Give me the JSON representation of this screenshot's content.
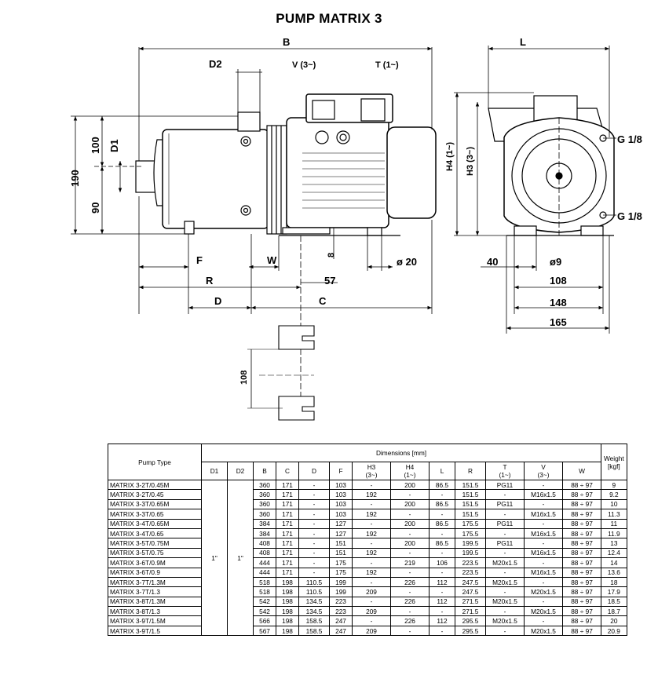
{
  "title": "PUMP MATRIX 3",
  "drawing": {
    "dims": {
      "B": "B",
      "L": "L",
      "D2": "D2",
      "V": "V (3~)",
      "T": "T (1~)",
      "D1": "D1",
      "h100": "100",
      "h190": "190",
      "h90": "90",
      "H4": "H4 (1~)",
      "H3": "H3 (3~)",
      "G_top": "G 1/8",
      "G_bot": "G 1/8",
      "F": "F",
      "W": "W",
      "R": "R",
      "D": "D",
      "C": "C",
      "n57": "57",
      "n8": "8",
      "phi20": "ø 20",
      "n40": "40",
      "phi9": "ø9",
      "n108": "108",
      "n148": "148",
      "n165": "165",
      "n108b": "108"
    }
  },
  "table": {
    "group_header": "Dimensions [mm]",
    "pump_type_header": "Pump Type",
    "weight_header": "Weight",
    "weight_unit": "[kgf]",
    "columns": [
      "D1",
      "D2",
      "B",
      "C",
      "D",
      "F",
      "H3",
      "H4",
      "L",
      "R",
      "T",
      "V",
      "W"
    ],
    "column_subs": {
      "H3": "(3~)",
      "H4": "(1~)",
      "T": "(1~)",
      "V": "(3~)"
    },
    "d1_value": "1\"",
    "d2_value": "1\"",
    "rows": [
      {
        "type": "MATRIX 3-2T/0.45M",
        "B": "360",
        "C": "171",
        "D": "-",
        "F": "103",
        "H3": "-",
        "H4": "200",
        "L": "86.5",
        "R": "151.5",
        "T": "PG11",
        "V": "-",
        "W": "88 ÷ 97",
        "weight": "9"
      },
      {
        "type": "MATRIX 3-2T/0.45",
        "B": "360",
        "C": "171",
        "D": "-",
        "F": "103",
        "H3": "192",
        "H4": "-",
        "L": "-",
        "R": "151.5",
        "T": "-",
        "V": "M16x1.5",
        "W": "88 ÷ 97",
        "weight": "9.2"
      },
      {
        "type": "MATRIX 3-3T/0.65M",
        "B": "360",
        "C": "171",
        "D": "-",
        "F": "103",
        "H3": "-",
        "H4": "200",
        "L": "86.5",
        "R": "151.5",
        "T": "PG11",
        "V": "-",
        "W": "88 ÷ 97",
        "weight": "10"
      },
      {
        "type": "MATRIX 3-3T/0.65",
        "B": "360",
        "C": "171",
        "D": "-",
        "F": "103",
        "H3": "192",
        "H4": "-",
        "L": "-",
        "R": "151.5",
        "T": "-",
        "V": "M16x1.5",
        "W": "88 ÷ 97",
        "weight": "11.3"
      },
      {
        "type": "MATRIX 3-4T/0.65M",
        "B": "384",
        "C": "171",
        "D": "-",
        "F": "127",
        "H3": "-",
        "H4": "200",
        "L": "86.5",
        "R": "175.5",
        "T": "PG11",
        "V": "-",
        "W": "88 ÷ 97",
        "weight": "11"
      },
      {
        "type": "MATRIX 3-4T/0.65",
        "B": "384",
        "C": "171",
        "D": "-",
        "F": "127",
        "H3": "192",
        "H4": "-",
        "L": "-",
        "R": "175.5",
        "T": "-",
        "V": "M16x1.5",
        "W": "88 ÷ 97",
        "weight": "11.9"
      },
      {
        "type": "MATRIX 3-5T/0.75M",
        "B": "408",
        "C": "171",
        "D": "-",
        "F": "151",
        "H3": "-",
        "H4": "200",
        "L": "86.5",
        "R": "199.5",
        "T": "PG11",
        "V": "-",
        "W": "88 ÷ 97",
        "weight": "13"
      },
      {
        "type": "MATRIX 3-5T/0.75",
        "B": "408",
        "C": "171",
        "D": "-",
        "F": "151",
        "H3": "192",
        "H4": "-",
        "L": "-",
        "R": "199.5",
        "T": "-",
        "V": "M16x1.5",
        "W": "88 ÷ 97",
        "weight": "12.4"
      },
      {
        "type": "MATRIX 3-6T/0.9M",
        "B": "444",
        "C": "171",
        "D": "-",
        "F": "175",
        "H3": "-",
        "H4": "219",
        "L": "106",
        "R": "223.5",
        "T": "M20x1.5",
        "V": "-",
        "W": "88 ÷ 97",
        "weight": "14"
      },
      {
        "type": "MATRIX 3-6T/0.9",
        "B": "444",
        "C": "171",
        "D": "-",
        "F": "175",
        "H3": "192",
        "H4": "-",
        "L": "-",
        "R": "223.5",
        "T": "-",
        "V": "M16x1.5",
        "W": "88 ÷ 97",
        "weight": "13.6"
      },
      {
        "type": "MATRIX 3-7T/1.3M",
        "B": "518",
        "C": "198",
        "D": "110.5",
        "F": "199",
        "H3": "-",
        "H4": "226",
        "L": "112",
        "R": "247.5",
        "T": "M20x1.5",
        "V": "-",
        "W": "88 ÷ 97",
        "weight": "18"
      },
      {
        "type": "MATRIX 3-7T/1.3",
        "B": "518",
        "C": "198",
        "D": "110.5",
        "F": "199",
        "H3": "209",
        "H4": "-",
        "L": "-",
        "R": "247.5",
        "T": "-",
        "V": "M20x1.5",
        "W": "88 ÷ 97",
        "weight": "17.9"
      },
      {
        "type": "MATRIX 3-8T/1.3M",
        "B": "542",
        "C": "198",
        "D": "134.5",
        "F": "223",
        "H3": "-",
        "H4": "226",
        "L": "112",
        "R": "271.5",
        "T": "M20x1.5",
        "V": "-",
        "W": "88 ÷ 97",
        "weight": "18.5"
      },
      {
        "type": "MATRIX 3-8T/1.3",
        "B": "542",
        "C": "198",
        "D": "134.5",
        "F": "223",
        "H3": "209",
        "H4": "-",
        "L": "-",
        "R": "271.5",
        "T": "-",
        "V": "M20x1.5",
        "W": "88 ÷ 97",
        "weight": "18.7"
      },
      {
        "type": "MATRIX 3-9T/1.5M",
        "B": "566",
        "C": "198",
        "D": "158.5",
        "F": "247",
        "H3": "-",
        "H4": "226",
        "L": "112",
        "R": "295.5",
        "T": "M20x1.5",
        "V": "-",
        "W": "88 ÷ 97",
        "weight": "20"
      },
      {
        "type": "MATRIX 3-9T/1.5",
        "B": "567",
        "C": "198",
        "D": "158.5",
        "F": "247",
        "H3": "209",
        "H4": "-",
        "L": "-",
        "R": "295.5",
        "T": "-",
        "V": "M20x1.5",
        "W": "88 ÷ 97",
        "weight": "20.9"
      }
    ]
  }
}
